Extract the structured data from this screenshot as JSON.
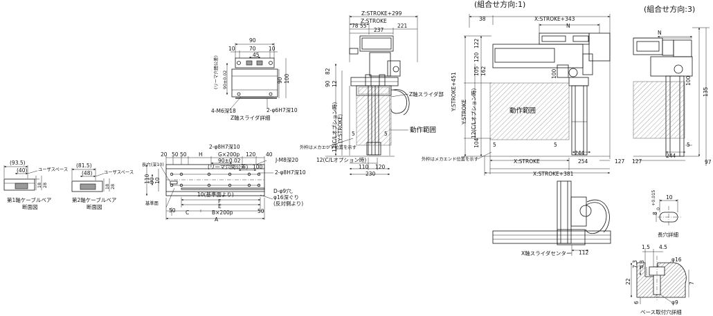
{
  "dims": {
    "cb1_935": "(93.5)",
    "cb1_40": "(40)",
    "cb_userspace": "ユーザスペース",
    "cb_18": "18",
    "cb_28": "28",
    "cb1_title1": "第1軸ケーブルベア",
    "cb_title2": "断面図",
    "cb2_815": "(81.5)",
    "cb2_48": "(48)",
    "cb2_title1": "第2軸ケーブルベア",
    "zs_90": "90",
    "zs_10a": "10",
    "zs_70": "70",
    "zs_10b": "10",
    "zs_45": "45",
    "zs_90v": "90",
    "zs_100v": "100",
    "zs_reamer": "(リーマ穴間公差)",
    "zs_90tol": "90±0.02",
    "zs_m6": "4-M6深18",
    "zs_pin": "2-φ6H7深10",
    "zs_title": "Z軸スライダ詳細",
    "xs_pin_top": "2-φ8H7深10",
    "xs_20": "20",
    "xs_50a": "50",
    "xs_50b": "50",
    "xs_H": "H",
    "xs_G": "G×200p",
    "xs_120": "120",
    "xs_40": "40",
    "xs_90tol": "90±0.02",
    "xs_reamer": "(リーマ穴間公差)",
    "xs_m8": "J-M8深20",
    "xs_100": "100",
    "xs_longhole": "長穴(深10)",
    "xs_pin_r": "2-φ8H7深10",
    "xs_110": "110",
    "xs_90v": "90",
    "xs_10v": "10",
    "xs_10ref": "10(基準面より)",
    "xs_D": "D-φ9穴,",
    "xs_D2": "φ16深ぐり",
    "xs_D3": "(反対側より)",
    "xs_ref": "基準面",
    "xs_F": "F",
    "xs_E": "E",
    "xs_50c": "50",
    "xs_C": "C",
    "xs_B": "B×200p",
    "xs_50d": "50",
    "xs_A": "A",
    "zv_zs299": "Z:STROKE+299",
    "zv_zs": "Z:STROKE",
    "zv_78": "78",
    "zv_55": "55",
    "zv_237": "237",
    "zv_221": "221",
    "zv_82": "82",
    "zv_90": "90",
    "zv_12": "12",
    "zv_12cl": "12(C/Lオプション時)",
    "zv_ystroke": "(Y:STROKE)",
    "zv_5a": "5",
    "zv_5b": "5",
    "zv_zslider": "Z軸スライダ部",
    "zv_range": "動作範囲",
    "zv_outer": "外枠はメカエンド位置を示す",
    "zv_12bot": "12(C/Lオプション時)",
    "zv_110": "110",
    "zv_120": "120",
    "zv_230": "230",
    "fv_comb1": "(組合せ方向:1)",
    "fv_38": "38",
    "fv_xs343": "X:STROKE+343",
    "fv_N": "N",
    "fv_ys451": "Y:STROKE+451",
    "fv_ystroke": "Y:STROKE",
    "fv_122": "122",
    "fv_120": "120",
    "fv_105": "105",
    "fv_162": "162",
    "fv_12cl": "12(C/Lオプション時)",
    "fv_104": "104",
    "fv_5a": "5",
    "fv_5b": "5",
    "fv_range": "動作範囲",
    "fv_100": "100",
    "fv_244": "244",
    "fv_outer": "外枠はメカエンド位置を示す",
    "fv_xstroke": "X:STROKE",
    "fv_254": "254",
    "fv_127": "127",
    "fv_xs381": "X:STROKE+381",
    "fv_xcenter": "X軸スライダセンター",
    "fv_112": "112",
    "rv_comb3": "(組合せ方向:3)",
    "rv_N": "N",
    "rv_135": "135",
    "rv_100": "100",
    "rv_5": "5",
    "rv_244": "244",
    "rv_127": "127",
    "rv_97": "97",
    "lh_10": "10",
    "lh_8": "8",
    "lh_tol": "+0.015",
    "lh_tol2": "0",
    "lh_title": "長穴詳細",
    "bm_15": "1.5",
    "bm_45": "4.5",
    "bm_16": "φ16",
    "bm_73": "7.3",
    "bm_43": "4.3",
    "bm_22": "22",
    "bm_7": "7",
    "bm_6": "6",
    "bm_9": "φ9",
    "bm_title": "ベース取付穴詳細"
  }
}
